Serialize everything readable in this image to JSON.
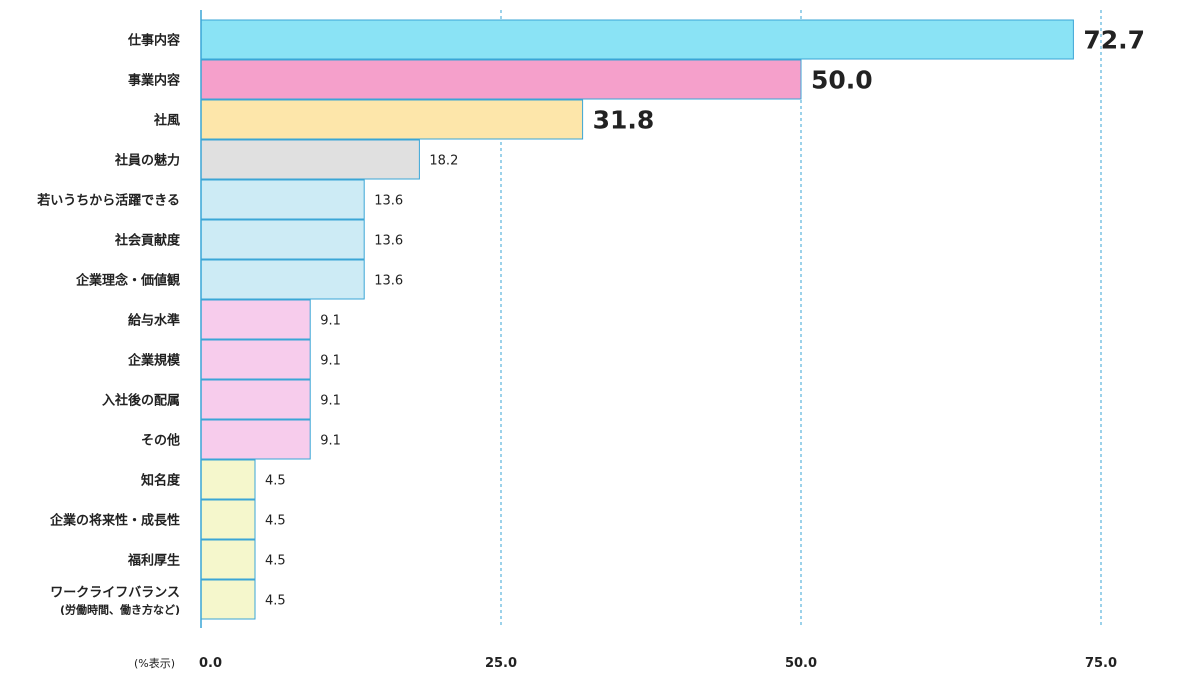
{
  "chart_data": {
    "type": "bar",
    "orientation": "horizontal",
    "categories": [
      "仕事内容",
      "事業内容",
      "社風",
      "社員の魅力",
      "若いうちから活躍できる",
      "社会貢献度",
      "企業理念・価値観",
      "給与水準",
      "企業規模",
      "入社後の配属",
      "その他",
      "知名度",
      "企業の将来性・成長性",
      "福利厚生",
      "ワークライフバランス"
    ],
    "category_sublabels": {
      "14": "(労働時間、働き方など)"
    },
    "values": [
      72.7,
      50.0,
      31.8,
      18.2,
      13.6,
      13.6,
      13.6,
      9.1,
      9.1,
      9.1,
      9.1,
      4.5,
      4.5,
      4.5,
      4.5
    ],
    "value_labels": [
      "72.7",
      "50.0",
      "31.8",
      "18.2",
      "13.6",
      "13.6",
      "13.6",
      "9.1",
      "9.1",
      "9.1",
      "9.1",
      "4.5",
      "4.5",
      "4.5",
      "4.5"
    ],
    "highlight_top_n": 3,
    "colors": [
      "#8ae3f5",
      "#f5a0cb",
      "#fde6aa",
      "#e0e0e0",
      "#cdebf5",
      "#cdebf5",
      "#cdebf5",
      "#f7ccec",
      "#f7ccec",
      "#f7ccec",
      "#f7ccec",
      "#f5f7cc",
      "#f5f7cc",
      "#f5f7cc",
      "#f5f7cc"
    ],
    "bar_edge_color": "#3aa6d6",
    "axis_color": "#3aa6d6",
    "grid_color": "#3aa6d6",
    "xlim": [
      0,
      75
    ],
    "xticks": [
      0,
      25,
      50,
      75
    ],
    "xtick_labels": [
      "0.0",
      "25.0",
      "50.0",
      "75.0"
    ],
    "unit_label": "(%表示)",
    "grid": "vertical-dashed",
    "legend": "none"
  }
}
